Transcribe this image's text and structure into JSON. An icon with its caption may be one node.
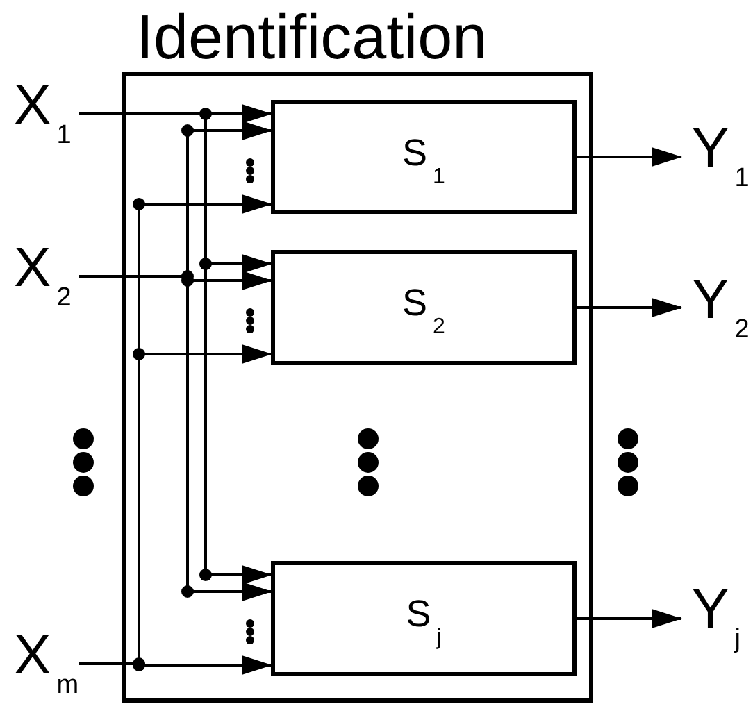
{
  "diagram": {
    "nodes": [
      {
        "text": [
          "Identification"
        ]
      },
      {
        "text": [
          "S$_{1}$"
        ],
        "in": 0
      },
      {
        "text": [
          "S$_{2}$"
        ],
        "in": 0
      },
      {
        "text": [
          "S$_{j}$"
        ],
        "in": 0
      },
      {
        "text": [
          "X$_{1}$"
        ]
      },
      {
        "text": [
          "X$_{2}$"
        ]
      },
      {
        "text": [
          "X$_{m}$"
        ]
      },
      {
        "text": [
          "Y$_{1}$"
        ]
      },
      {
        "text": [
          "Y$_{2}$"
        ]
      },
      {
        "text": [
          "Y$_{j}$"
        ]
      }
    ],
    "edges": [
      {
        "from": 4,
        "to": 1,
        "arrow": "to"
      },
      {
        "from": 4,
        "to": 2,
        "arrow": "to"
      },
      {
        "from": 4,
        "to": 3,
        "arrow": "to"
      },
      {
        "from": 5,
        "to": 1,
        "arrow": "to"
      },
      {
        "from": 5,
        "to": 2,
        "arrow": "to"
      },
      {
        "from": 5,
        "to": 3,
        "arrow": "to"
      },
      {
        "from": 6,
        "to": 1,
        "arrow": "to"
      },
      {
        "from": 6,
        "to": 2,
        "arrow": "to"
      },
      {
        "from": 6,
        "to": 3,
        "arrow": "to"
      },
      {
        "from": 1,
        "to": 7,
        "arrow": "to"
      },
      {
        "from": 2,
        "to": 8,
        "arrow": "to"
      },
      {
        "from": 3,
        "to": 9,
        "arrow": "to"
      }
    ]
  }
}
